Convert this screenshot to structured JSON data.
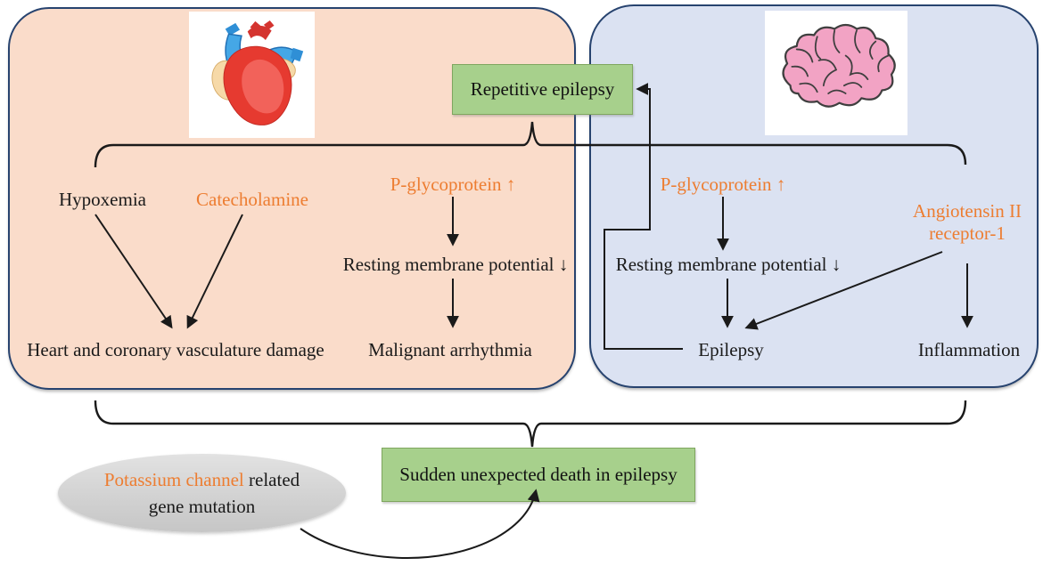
{
  "colors": {
    "panel_heart_bg": "#FADCCA",
    "panel_brain_bg": "#DBE2F2",
    "panel_border": "#27436F",
    "green_box_bg": "#A7D08C",
    "green_box_border": "#7FA65F",
    "orange_text": "#ED7D31",
    "ellipse_bg": "#D2D2D2",
    "line_color": "#1A1A1A"
  },
  "top_box": {
    "label": "Repetitive epilepsy"
  },
  "sudep_box": {
    "label": "Sudden unexpected death in epilepsy"
  },
  "heart_panel": {
    "icon": "heart-icon",
    "hypoxemia": "Hypoxemia",
    "catecholamine": "Catecholamine",
    "p_glycoprotein": "P-glycoprotein ↑",
    "resting_membrane_potential": "Resting membrane potential ↓",
    "damage": "Heart and coronary vasculature damage",
    "arrhythmia": "Malignant arrhythmia"
  },
  "brain_panel": {
    "icon": "brain-icon",
    "p_glycoprotein": "P-glycoprotein ↑",
    "resting_membrane_potential": "Resting membrane potential ↓",
    "epilepsy": "Epilepsy",
    "angiotensin_line1": "Angiotensin II",
    "angiotensin_line2": "receptor-1",
    "inflammation": "Inflammation"
  },
  "gene_ellipse": {
    "highlight": "Potassium channel",
    "rest": " related",
    "line2": "gene mutation"
  }
}
